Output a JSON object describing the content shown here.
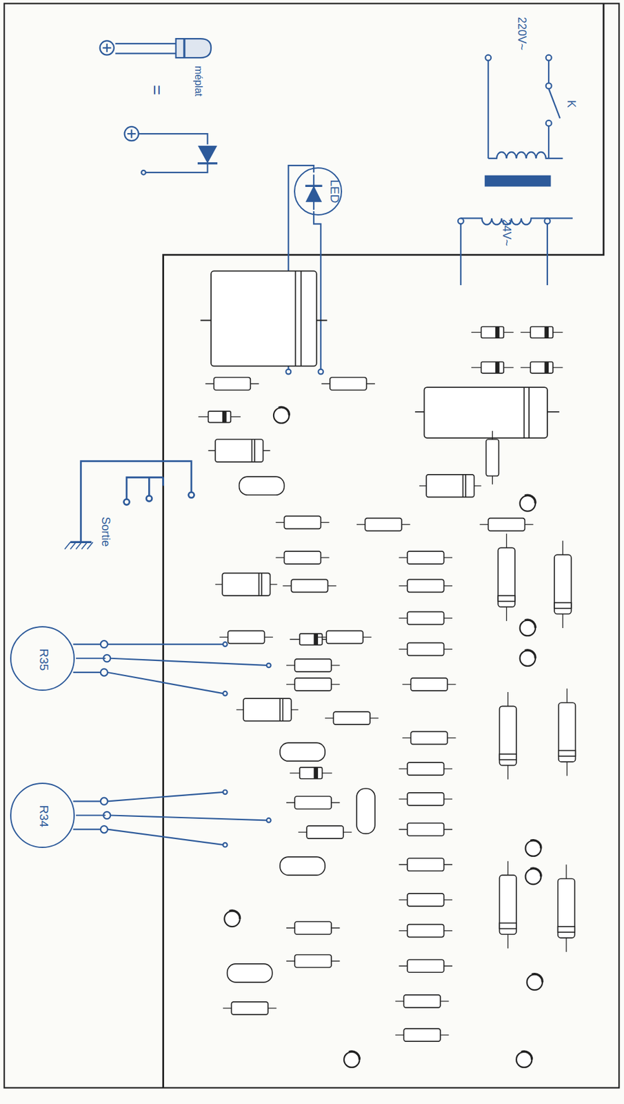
{
  "diagram": {
    "nodes": [
      {
        "text": [
          "LED"
        ]
      },
      {
        "text": [
          "R35"
        ]
      },
      {
        "text": [
          "R34"
        ]
      }
    ],
    "labels": [
      "220V~",
      "K",
      "24V~",
      "méplat",
      "=",
      "Sortie"
    ]
  }
}
